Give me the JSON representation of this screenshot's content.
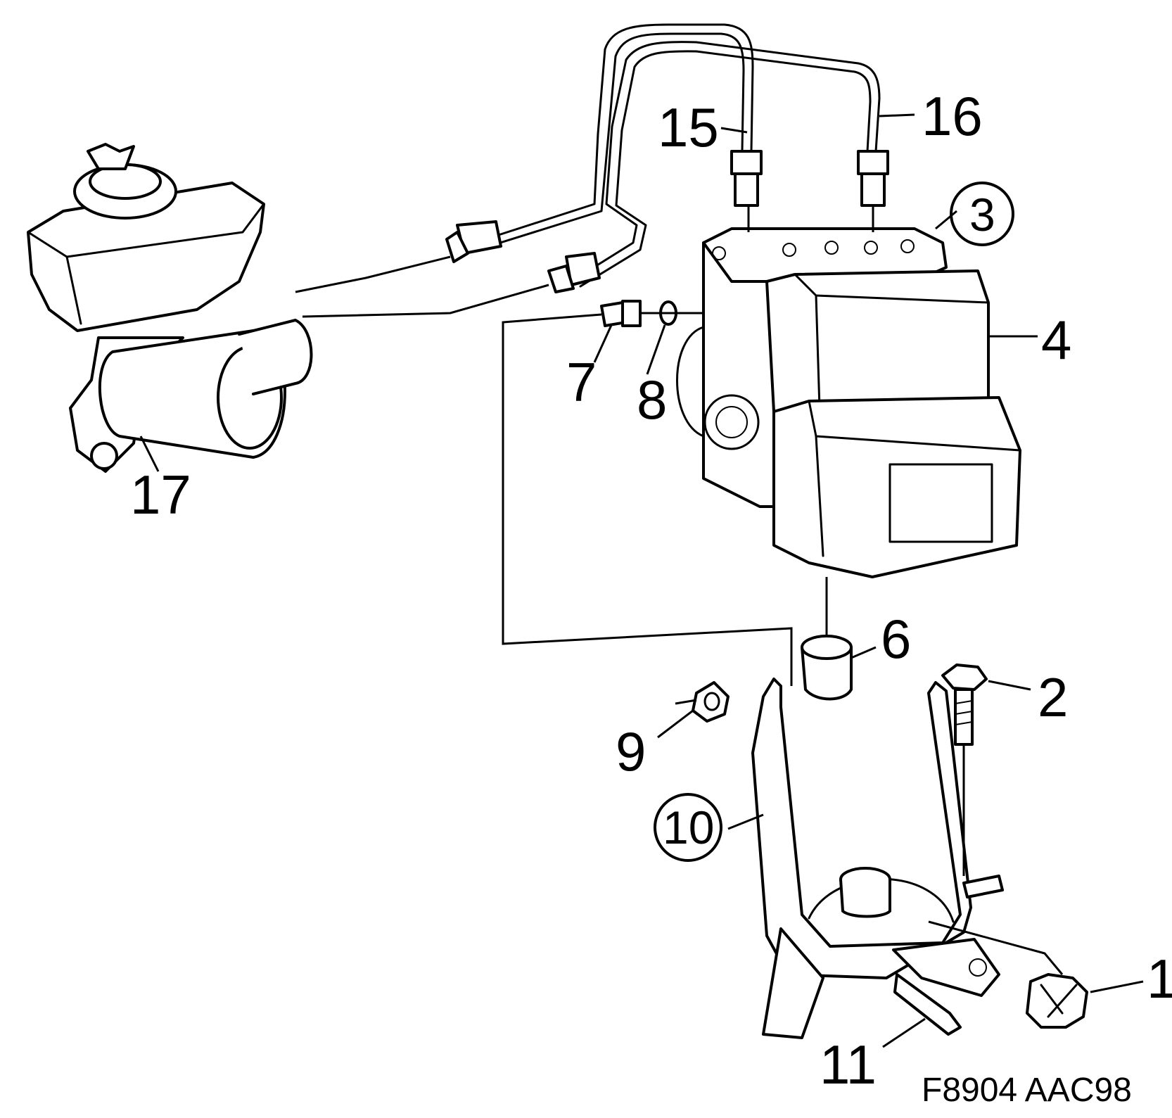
{
  "callouts": {
    "c1": "1",
    "c2": "2",
    "c3": "3",
    "c4": "4",
    "c6": "6",
    "c7": "7",
    "c8": "8",
    "c9": "9",
    "c10": "10",
    "c11": "11",
    "c15": "15",
    "c16": "16",
    "c17": "17"
  },
  "drawing_reference": "F8904 AAC98"
}
